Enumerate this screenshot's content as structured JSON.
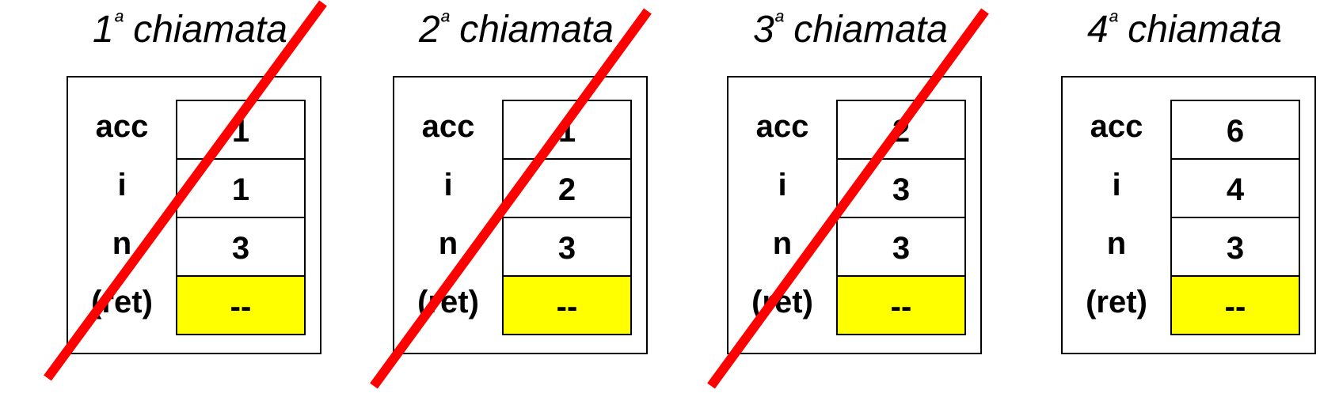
{
  "colors": {
    "ret_fill": "#ffff00",
    "strike": "#ff0000",
    "border": "#000000"
  },
  "calls": [
    {
      "number": "1",
      "ordinal": "ª",
      "word": "chiamata",
      "crossed_out": true,
      "rows": [
        {
          "label": "acc",
          "value": "1"
        },
        {
          "label": "i",
          "value": "1"
        },
        {
          "label": "n",
          "value": "3"
        },
        {
          "label": "(ret)",
          "value": "--"
        }
      ]
    },
    {
      "number": "2",
      "ordinal": "ª",
      "word": "chiamata",
      "crossed_out": true,
      "rows": [
        {
          "label": "acc",
          "value": "1"
        },
        {
          "label": "i",
          "value": "2"
        },
        {
          "label": "n",
          "value": "3"
        },
        {
          "label": "(ret)",
          "value": "--"
        }
      ]
    },
    {
      "number": "3",
      "ordinal": "ª",
      "word": "chiamata",
      "crossed_out": true,
      "rows": [
        {
          "label": "acc",
          "value": "2"
        },
        {
          "label": "i",
          "value": "3"
        },
        {
          "label": "n",
          "value": "3"
        },
        {
          "label": "(ret)",
          "value": "--"
        }
      ]
    },
    {
      "number": "4",
      "ordinal": "ª",
      "word": "chiamata",
      "crossed_out": false,
      "rows": [
        {
          "label": "acc",
          "value": "6"
        },
        {
          "label": "i",
          "value": "4"
        },
        {
          "label": "n",
          "value": "3"
        },
        {
          "label": "(ret)",
          "value": "--"
        }
      ]
    }
  ]
}
